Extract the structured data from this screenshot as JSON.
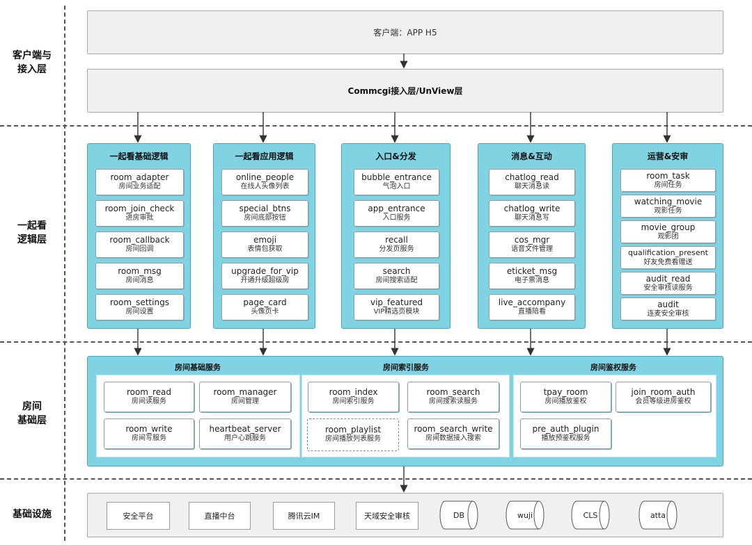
{
  "layers": {
    "client": "客户端与\n接入层",
    "logic": "一起看\n逻辑层",
    "room": "房间\n基础层",
    "infra": "基础设施"
  },
  "client_box": "客户端：APP H5",
  "access_box": "Commcgi接入层/UnView层",
  "logic_groups": [
    {
      "title": "一起看基础逻辑",
      "items": [
        {
          "en": "room_adapter",
          "zh": "房间业务适配"
        },
        {
          "en": "room_join_check",
          "zh": "进房审批"
        },
        {
          "en": "room_callback",
          "zh": "房间回调"
        },
        {
          "en": "room_msg",
          "zh": "房间消息"
        },
        {
          "en": "room_settings",
          "zh": "房间设置"
        }
      ]
    },
    {
      "title": "一起看应用逻辑",
      "items": [
        {
          "en": "online_people",
          "zh": "在线人头像列表"
        },
        {
          "en": "special_btns",
          "zh": "房间底部按钮"
        },
        {
          "en": "emoji",
          "zh": "表情包获取"
        },
        {
          "en": "upgrade_for_vip",
          "zh": "开通升级超级房"
        },
        {
          "en": "page_card",
          "zh": "头像页卡"
        }
      ]
    },
    {
      "title": "入口&分发",
      "items": [
        {
          "en": "bubble_entrance",
          "zh": "气泡入口"
        },
        {
          "en": "app_entrance",
          "zh": "入口服务"
        },
        {
          "en": "recall",
          "zh": "分发页服务"
        },
        {
          "en": "search",
          "zh": "房间搜索适配"
        },
        {
          "en": "vip_featured",
          "zh": "VIP精选页模块"
        }
      ]
    },
    {
      "title": "消息&互动",
      "items": [
        {
          "en": "chatlog_read",
          "zh": "聊天消息读"
        },
        {
          "en": "chatlog_write",
          "zh": "聊天消息写"
        },
        {
          "en": "cos_mgr",
          "zh": "语音文件管理"
        },
        {
          "en": "eticket_msg",
          "zh": "电子票消息"
        },
        {
          "en": "live_accompany",
          "zh": "直播陪看"
        }
      ]
    },
    {
      "title": "运营&安审",
      "items": [
        {
          "en": "room_task",
          "zh": "房间任务"
        },
        {
          "en": "watching_movie",
          "zh": "观影任务"
        },
        {
          "en": "movie_group",
          "zh": "观影团"
        },
        {
          "en": "qualification_present",
          "zh": "好友免费看赠送"
        },
        {
          "en": "audit_read",
          "zh": "安全审核读服务"
        },
        {
          "en": "audit",
          "zh": "连麦安全审核"
        }
      ]
    }
  ],
  "room_sections": [
    {
      "title": "房间基础服务",
      "items": [
        {
          "en": "room_read",
          "zh": "房间读服务"
        },
        {
          "en": "room_manager",
          "zh": "房间管理"
        },
        {
          "en": "room_write",
          "zh": "房间写服务"
        },
        {
          "en": "heartbeat_server",
          "zh": "用户心跳服务"
        }
      ]
    },
    {
      "title": "房间索引服务",
      "items": [
        {
          "en": "room_index",
          "zh": "房间索引服务"
        },
        {
          "en": "room_search",
          "zh": "房间搜索读服务"
        },
        {
          "en": "room_playlist",
          "zh": "房间播放列表服务"
        },
        {
          "en": "room_search_write",
          "zh": "房间数据接入搜索"
        }
      ]
    },
    {
      "title": "房间鉴权服务",
      "items": [
        {
          "en": "tpay_room",
          "zh": "房间播放鉴权"
        },
        {
          "en": "join_room_auth",
          "zh": "会员等级进房鉴权"
        },
        {
          "en": "pre_auth_plugin",
          "zh": "播放预鉴权服务"
        }
      ]
    }
  ],
  "infra": {
    "boxes": [
      "安全平台",
      "直播中台",
      "腾讯云IM",
      "天域安全审核"
    ],
    "storages": [
      "DB",
      "wuji",
      "CLS",
      "atta"
    ]
  }
}
